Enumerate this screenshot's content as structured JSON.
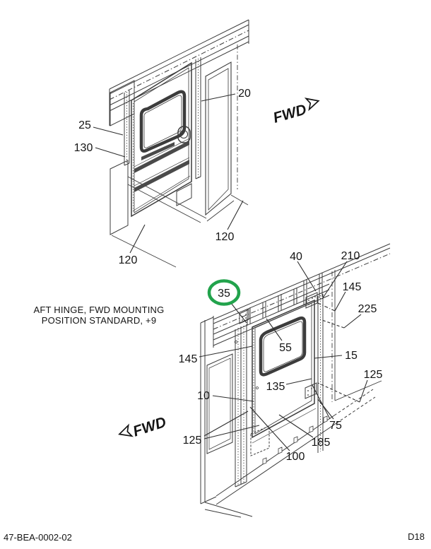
{
  "footer": {
    "doc_number": "47-BEA-0002-02",
    "page_code": "D18"
  },
  "note": {
    "line1": "AFT HINGE, FWD MOUNTING",
    "line2": "POSITION STANDARD, +9"
  },
  "direction": {
    "fwd_top": "FWD",
    "fwd_bottom": "FWD"
  },
  "colors": {
    "line": "#3c3c3c",
    "label_text": "#141414",
    "highlight": "#22a34c",
    "background": "#ffffff"
  },
  "view1": {
    "callouts": [
      "25",
      "130",
      "20",
      "120",
      "120"
    ]
  },
  "view2": {
    "highlighted_callout": "35",
    "callouts": [
      "35",
      "40",
      "210",
      "145",
      "225",
      "55",
      "15",
      "125",
      "135",
      "10",
      "145",
      "125",
      "75",
      "185",
      "100"
    ]
  }
}
